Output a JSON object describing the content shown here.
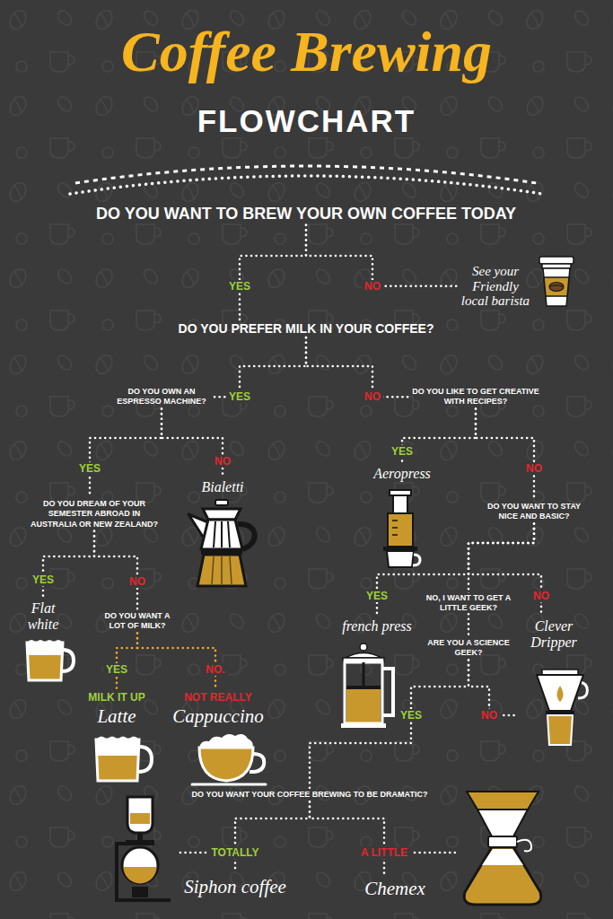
{
  "diagram": {
    "title": "Coffee Brewing",
    "nodes": [
      {
        "text": [
          "DO YOU WANT TO BREW YOUR OWN COFFEE TODAY"
        ]
      },
      {
        "text": [
          "See your Friendly local barista"
        ]
      },
      {
        "text": [
          "DO YOU PREFER MILK IN YOUR COFFEE?"
        ]
      },
      {
        "text": [
          "DO YOU OWN AN ESPRESSO MACHINE?"
        ]
      },
      {
        "text": [
          "DO YOU LIKE TO GET CREATIVE WITH RECIPES?"
        ]
      },
      {
        "text": [
          "DO YOU DREAM OF YOUR SEMESTER ABROAD IN AUSTRALIA OR NEW ZEALAND?"
        ]
      },
      {
        "text": [
          "Bialetti"
        ]
      },
      {
        "text": [
          "Aeropress"
        ]
      },
      {
        "text": [
          "DO YOU WANT TO STAY NICE AND BASIC?"
        ]
      },
      {
        "text": [
          "Flat white"
        ]
      },
      {
        "text": [
          "DO YOU WANT A LOT OF MILK?"
        ]
      },
      {
        "text": [
          "french press"
        ]
      },
      {
        "text": [
          "Clever Dripper"
        ]
      },
      {
        "text": [
          "ARE YOU A SCIENCE GEEK?"
        ]
      },
      {
        "text": [
          "MILK IT UP",
          "Latte"
        ]
      },
      {
        "text": [
          "NOT REALLY",
          "Cappuccino"
        ]
      },
      {
        "text": [
          "DO YOU WANT YOUR COFFEE BREWING TO BE DRAMATIC?"
        ]
      },
      {
        "text": [
          "Siphon coffee"
        ]
      },
      {
        "text": [
          "Chemex"
        ]
      }
    ],
    "edges": [
      {
        "from": 0,
        "to": 2,
        "label": "YES",
        "arrow": "none"
      },
      {
        "from": 0,
        "to": 1,
        "label": "NO",
        "arrow": "none"
      },
      {
        "from": 2,
        "to": 3,
        "label": "YES",
        "arrow": "none"
      },
      {
        "from": 2,
        "to": 4,
        "label": "NO",
        "arrow": "none"
      },
      {
        "from": 3,
        "to": 5,
        "label": "YES",
        "arrow": "none"
      },
      {
        "from": 3,
        "to": 6,
        "label": "NO",
        "arrow": "none"
      },
      {
        "from": 4,
        "to": 7,
        "label": "YES",
        "arrow": "none"
      },
      {
        "from": 4,
        "to": 8,
        "label": "NO",
        "arrow": "none"
      },
      {
        "from": 5,
        "to": 9,
        "label": "YES",
        "arrow": "none"
      },
      {
        "from": 5,
        "to": 10,
        "label": "NO",
        "arrow": "none"
      },
      {
        "from": 8,
        "to": 11,
        "label": "YES",
        "arrow": "none"
      },
      {
        "from": 8,
        "to": 13,
        "label": "NO, I WANT TO GET A LITTLE GEEK?",
        "arrow": "none"
      },
      {
        "from": 8,
        "to": 12,
        "label": "NO",
        "arrow": "none"
      },
      {
        "from": 10,
        "to": 14,
        "label": "YES",
        "arrow": "none"
      },
      {
        "from": 10,
        "to": 15,
        "label": "NO.",
        "arrow": "none"
      },
      {
        "from": 13,
        "to": 16,
        "label": "YES",
        "arrow": "none"
      },
      {
        "from": 13,
        "to": 12,
        "label": "NO",
        "arrow": "none"
      },
      {
        "from": 16,
        "to": 17,
        "label": "TOTALLY",
        "arrow": "none"
      },
      {
        "from": 16,
        "to": 18,
        "label": "A LITTLE",
        "arrow": "none"
      }
    ],
    "labels": [
      "FLOWCHART"
    ]
  }
}
